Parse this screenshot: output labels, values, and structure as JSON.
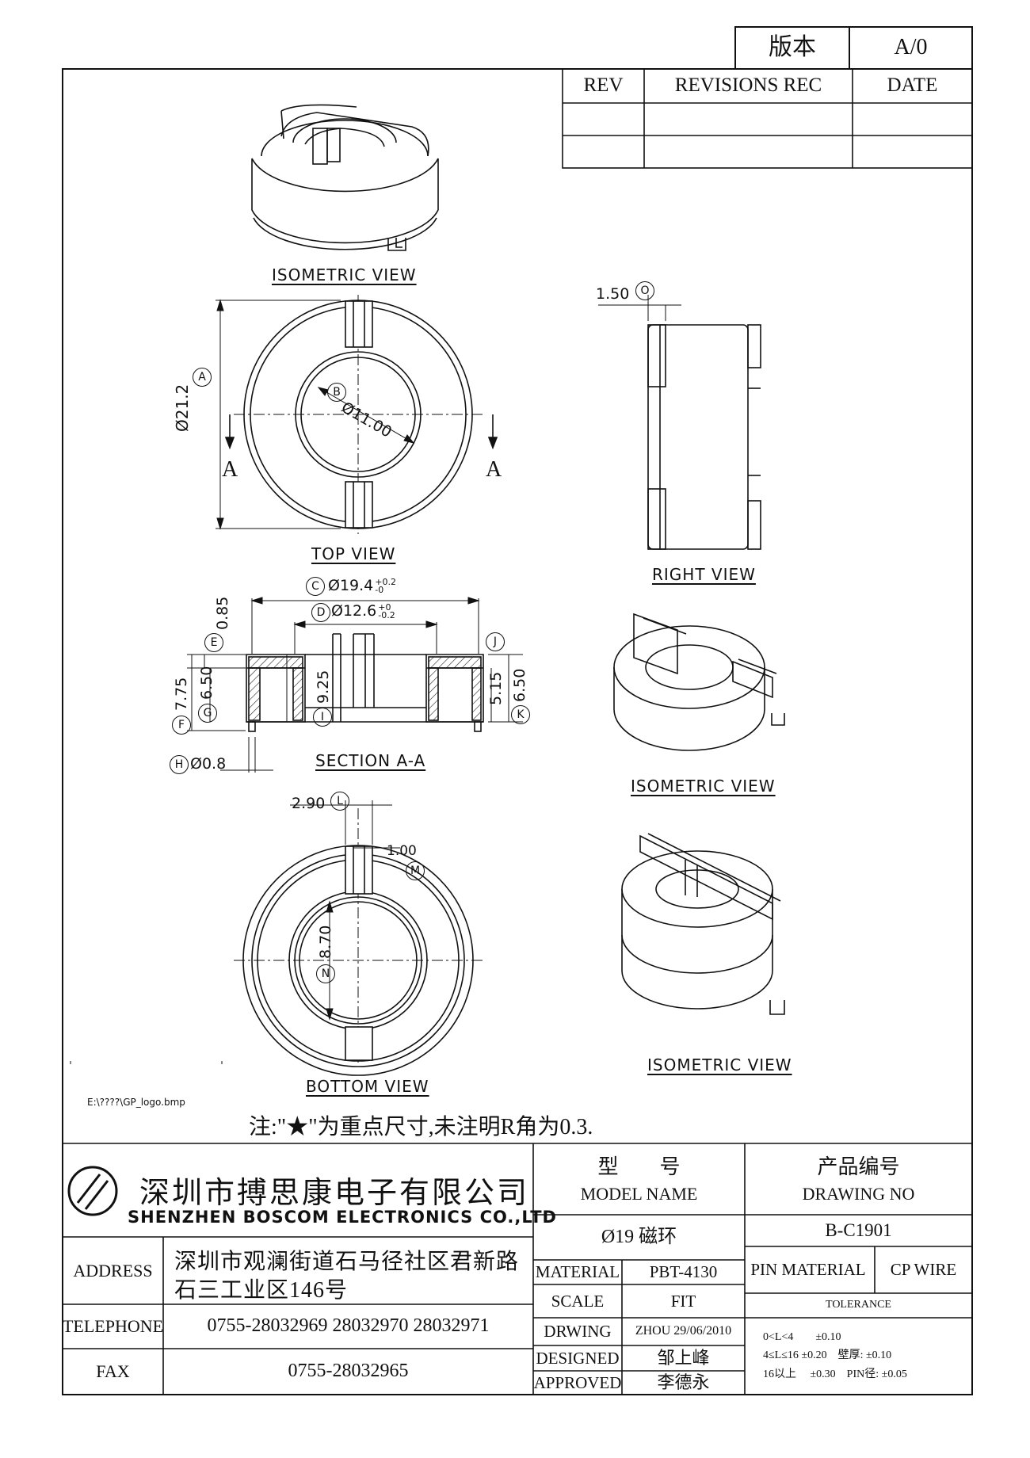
{
  "version_box": {
    "label": "版本",
    "value": "A/0"
  },
  "revision_table": {
    "headers": [
      "REV",
      "REVISIONS REC",
      "DATE"
    ]
  },
  "views": {
    "iso_top": "ISOMETRIC VIEW",
    "top": "TOP VIEW",
    "right": "RIGHT VIEW",
    "section": "SECTION A-A",
    "iso_mid": "ISOMETRIC VIEW",
    "bottom": "BOTTOM VIEW",
    "iso_bottom": "ISOMETRIC VIEW"
  },
  "dimensions": {
    "A": "Ø21.2",
    "B": "Ø11.00",
    "C": "Ø19.4",
    "C_tol_upper": "+0.2",
    "C_tol_lower": "-0",
    "D": "Ø12.6",
    "D_tol_upper": "+0",
    "D_tol_lower": "-0.2",
    "E": "0.85",
    "F": "7.75",
    "G": "6.50",
    "H": "Ø0.8",
    "I": "9.25",
    "J": "5.15",
    "K": "6.50",
    "L": "2.90",
    "M": "1.00",
    "N": "8.70",
    "O": "1.50",
    "section_mark": "A"
  },
  "balloons": [
    "A",
    "B",
    "C",
    "D",
    "E",
    "F",
    "G",
    "H",
    "I",
    "J",
    "K",
    "L",
    "M",
    "N",
    "O"
  ],
  "logo_path": "E:\\????\\GP_logo.bmp",
  "note": "注:\"★\"为重点尺寸,未注明R角为0.3.",
  "company": {
    "name_cn": "深圳市搏思康电子有限公司",
    "name_en": "SHENZHEN BOSCOM ELECTRONICS CO.,LTD"
  },
  "contact": {
    "address_label": "ADDRESS",
    "address_line1": "深圳市观澜街道石马径社区君新路",
    "address_line2": "石三工业区146号",
    "telephone_label": "TELEPHONE",
    "telephone": "0755-28032969 28032970 28032971",
    "fax_label": "FAX",
    "fax": "0755-28032965"
  },
  "title_block": {
    "model_label_cn": "型　　号",
    "model_label_en": "MODEL NAME",
    "model_value": "Ø19 磁环",
    "drawing_label_cn": "产品编号",
    "drawing_label_en": "DRAWING NO",
    "drawing_value": "B-C1901",
    "material_label": "MATERIAL",
    "material_value": "PBT-4130",
    "scale_label": "SCALE",
    "scale_value": "FIT",
    "drwing_label": "DRWING",
    "drwing_value": "ZHOU 29/06/2010",
    "designed_label": "DESIGNED",
    "designed_value": "邹上峰",
    "approved_label": "APPROVED",
    "approved_value": "李德永",
    "pin_material_label": "PIN MATERIAL",
    "pin_material_value": "CP WIRE",
    "tolerance_label": "TOLERANCE",
    "tol_1": "0<L<4　　±0.10",
    "tol_2": "4≤L≤16 ±0.20　壁厚: ±0.10",
    "tol_3": "16以上　 ±0.30　PIN径: ±0.05"
  }
}
